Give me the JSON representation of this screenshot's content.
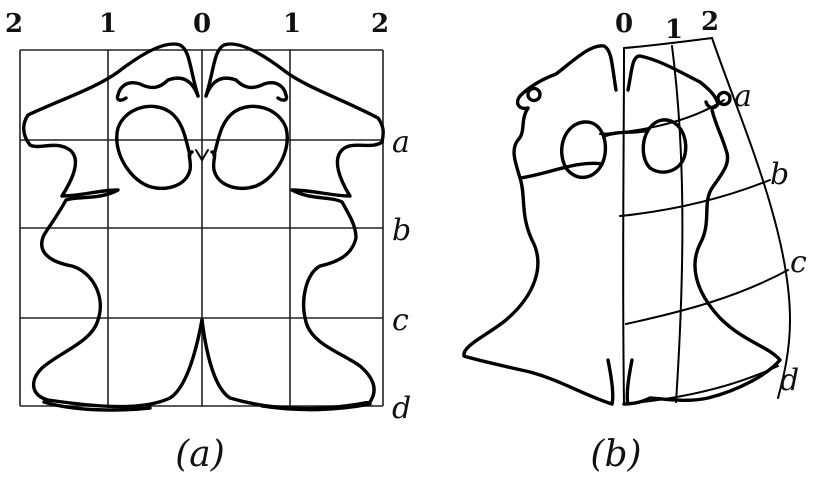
{
  "panel_a": {
    "caption": "(a)",
    "column_labels": [
      "2",
      "1",
      "0",
      "1",
      "2"
    ],
    "row_labels": [
      "a",
      "b",
      "c",
      "d"
    ]
  },
  "panel_b": {
    "caption": "(b)",
    "column_labels": [
      "0",
      "1",
      "2"
    ],
    "row_labels": [
      "a",
      "b",
      "c",
      "d"
    ]
  }
}
